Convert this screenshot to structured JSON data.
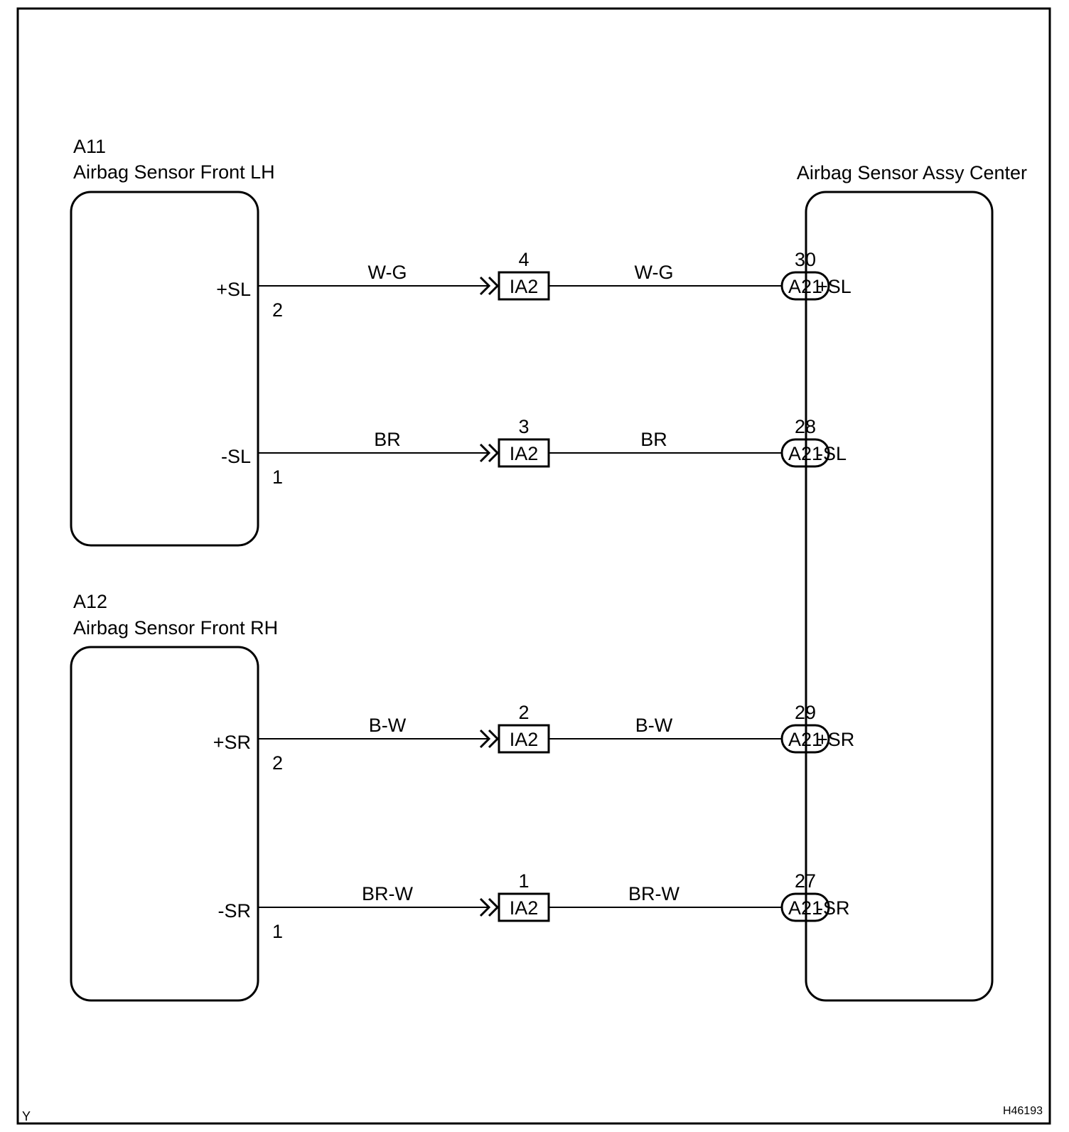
{
  "components": {
    "left_top": {
      "code": "A11",
      "name": "Airbag Sensor Front LH"
    },
    "left_bottom": {
      "code": "A12",
      "name": "Airbag Sensor Front RH"
    },
    "right": {
      "name": "Airbag Sensor Assy Center"
    }
  },
  "circuits": [
    {
      "left_terminal": "+SL",
      "left_pin": "2",
      "wire_left": "W-G",
      "junction_pin": "4",
      "junction": "IA2",
      "wire_right": "W-G",
      "right_pin": "30",
      "right_connector": "A21",
      "right_terminal": "+SL"
    },
    {
      "left_terminal": "-SL",
      "left_pin": "1",
      "wire_left": "BR",
      "junction_pin": "3",
      "junction": "IA2",
      "wire_right": "BR",
      "right_pin": "28",
      "right_connector": "A21",
      "right_terminal": "-SL"
    },
    {
      "left_terminal": "+SR",
      "left_pin": "2",
      "wire_left": "B-W",
      "junction_pin": "2",
      "junction": "IA2",
      "wire_right": "B-W",
      "right_pin": "29",
      "right_connector": "A21",
      "right_terminal": "+SR"
    },
    {
      "left_terminal": "-SR",
      "left_pin": "1",
      "wire_left": "BR-W",
      "junction_pin": "1",
      "junction": "IA2",
      "wire_right": "BR-W",
      "right_pin": "27",
      "right_connector": "A21",
      "right_terminal": "-SR"
    }
  ],
  "corner_left": "Y",
  "figure_id": "H46193"
}
